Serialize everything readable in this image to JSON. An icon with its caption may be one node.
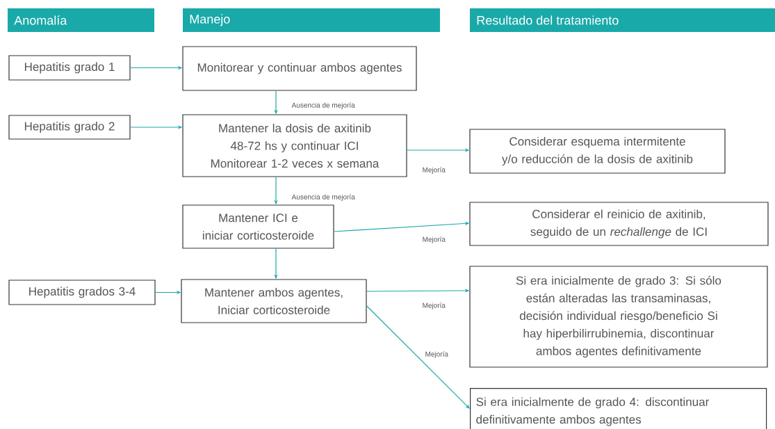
{
  "diagram": {
    "nodes": [
      {
        "text": [
          "Anomalía"
        ]
      },
      {
        "text": [
          "Manejo"
        ]
      },
      {
        "text": [
          "Resultado del tratamiento"
        ]
      },
      {
        "text": [
          "Hepatitis grado 1"
        ]
      },
      {
        "text": [
          "Monitorear y continuar ambos agentes"
        ]
      },
      {
        "text": [
          "Hepatitis grado 2"
        ]
      },
      {
        "text": [
          "Mantener la dosis de axitinib 48-72 hs y continuar ICI Monitorear 1-2 veces x semana"
        ]
      },
      {
        "text": [
          "Considerar esquema intermitente y/o reducción de la dosis de axitinib"
        ]
      },
      {
        "text": [
          "Mantener ICI e iniciar corticosteroide"
        ]
      },
      {
        "text": [
          "Considerar el reinicio de axitinib, seguido de un *rechallenge* de ICI"
        ]
      },
      {
        "text": [
          "Hepatitis grados 3-4"
        ]
      },
      {
        "text": [
          "Mantener ambos agentes, Iniciar corticosteroide"
        ]
      },
      {
        "text": [
          "Si era inicialmente de grado 3: Si sólo están alteradas las transaminasas, decisión individual riesgo/beneficio Si hay hiperbilirrubinemia, discontinuar ambos agentes definitivamente"
        ]
      },
      {
        "text": [
          "Si era inicialmente de grado 4: discontinuar definitivamente ambos agentes"
        ]
      }
    ],
    "edges": [
      {
        "from": 3,
        "to": 4,
        "arrow": "to"
      },
      {
        "from": 4,
        "to": 6,
        "arrow": "to",
        "label": "Ausencia de mejoría"
      },
      {
        "from": 5,
        "to": 6,
        "arrow": "to"
      },
      {
        "from": 6,
        "to": 7,
        "arrow": "to",
        "label": "Mejoría"
      },
      {
        "from": 6,
        "to": 8,
        "arrow": "to",
        "label": "Ausencia de mejoría"
      },
      {
        "from": 8,
        "to": 9,
        "arrow": "to",
        "label": "Mejoría"
      },
      {
        "from": 8,
        "to": 11,
        "arrow": "to"
      },
      {
        "from": 10,
        "to": 11,
        "arrow": "to"
      },
      {
        "from": 11,
        "to": 12,
        "arrow": "to",
        "label": "Mejoría"
      },
      {
        "from": 11,
        "to": 13,
        "arrow": "to",
        "label": "Mejoría"
      }
    ]
  }
}
